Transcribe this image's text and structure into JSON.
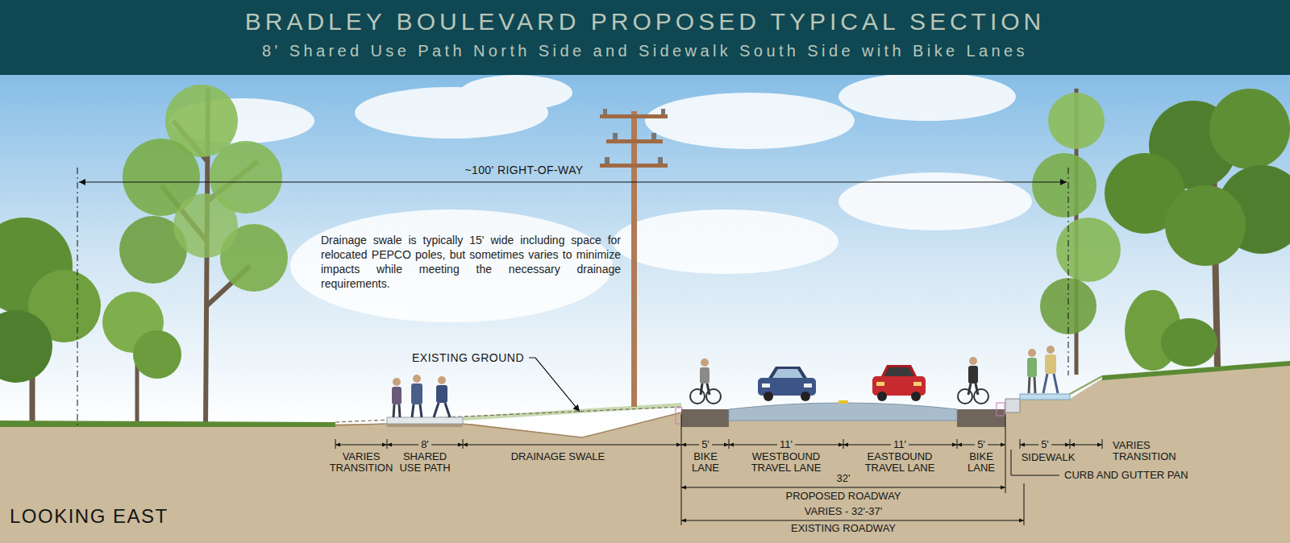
{
  "diagram": {
    "title": "BRADLEY BOULEVARD PROPOSED TYPICAL SECTION",
    "labels": [
      "8' Shared Use Path North Side and Sidewalk South Side with Bike Lanes",
      "~100' RIGHT-OF-WAY",
      "Drainage swale is typically 15' wide including space for relocated PEPCO poles, but sometimes varies to minimize impacts while meeting the necessary drainage requirements.",
      "EXISTING GROUND",
      "VARIES TRANSITION",
      "8'",
      "SHARED USE PATH",
      "DRAINAGE SWALE",
      "5'",
      "BIKE LANE",
      "11'",
      "WESTBOUND TRAVEL LANE",
      "11'",
      "EASTBOUND TRAVEL LANE",
      "5'",
      "BIKE LANE",
      "5'",
      "SIDEWALK",
      "VARIES TRANSITION",
      "CURB AND GUTTER PAN",
      "32'",
      "PROPOSED ROADWAY",
      "VARIES - 32'-37'",
      "EXISTING ROADWAY",
      "LOOKING EAST"
    ]
  }
}
